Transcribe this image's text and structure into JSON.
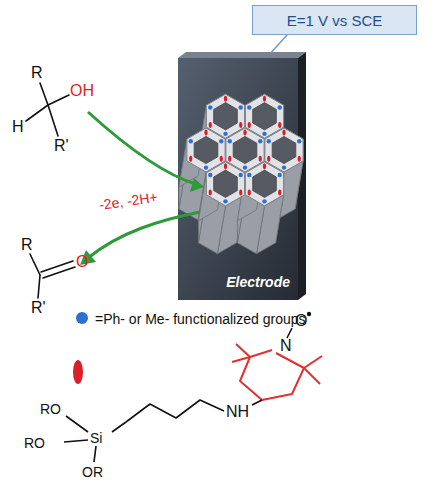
{
  "diagram": {
    "nodes": [
      {
        "text": [
          "E=1 V vs SCE"
        ]
      },
      {
        "text": [
          "Electrode"
        ]
      }
    ],
    "edges": [
      {
        "from": 0,
        "to": 1,
        "arrow": "none"
      }
    ],
    "labels": [
      "R",
      "OH",
      "H",
      "R'",
      "R",
      "O",
      "R'",
      "-2e, -2H+",
      "N",
      "O",
      "NH",
      "Si",
      "RO",
      "RO",
      "OR"
    ],
    "legend": [
      {
        "text": "=Ph- or Me- functionalized groups",
        "color": "#2f6fd0"
      }
    ]
  }
}
